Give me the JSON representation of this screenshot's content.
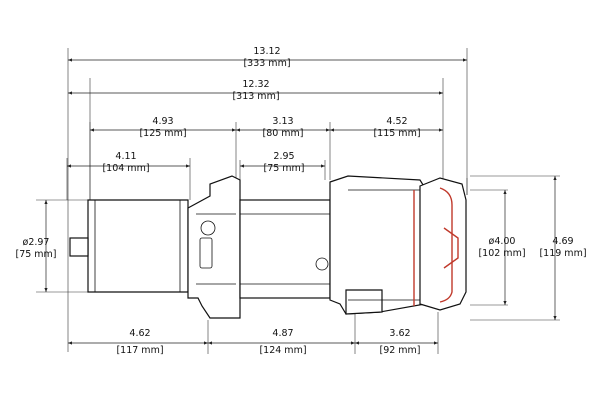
{
  "diagram": {
    "dimensions": {
      "overall_length": {
        "inch": "13.12",
        "mm": "[333 mm]"
      },
      "length_less_end": {
        "inch": "12.32",
        "mm": "[313 mm]"
      },
      "motor_to_support": {
        "inch": "4.93",
        "mm": "[125 mm]"
      },
      "drum_span": {
        "inch": "3.13",
        "mm": "[80 mm]"
      },
      "gearbox_length": {
        "inch": "4.52",
        "mm": "[115 mm]"
      },
      "motor_length": {
        "inch": "4.11",
        "mm": "[104 mm]"
      },
      "drum_width": {
        "inch": "2.95",
        "mm": "[75 mm]"
      },
      "motor_diameter": {
        "inch": "ø2.97",
        "mm": "[75 mm]"
      },
      "gearbox_diameter": {
        "inch": "ø4.00",
        "mm": "[102 mm]"
      },
      "overall_height": {
        "inch": "4.69",
        "mm": "[119 mm]"
      },
      "bottom_left": {
        "inch": "4.62",
        "mm": "[117 mm]"
      },
      "bottom_mid": {
        "inch": "4.87",
        "mm": "[124 mm]"
      },
      "bottom_right": {
        "inch": "3.62",
        "mm": "[92 mm]"
      }
    }
  }
}
